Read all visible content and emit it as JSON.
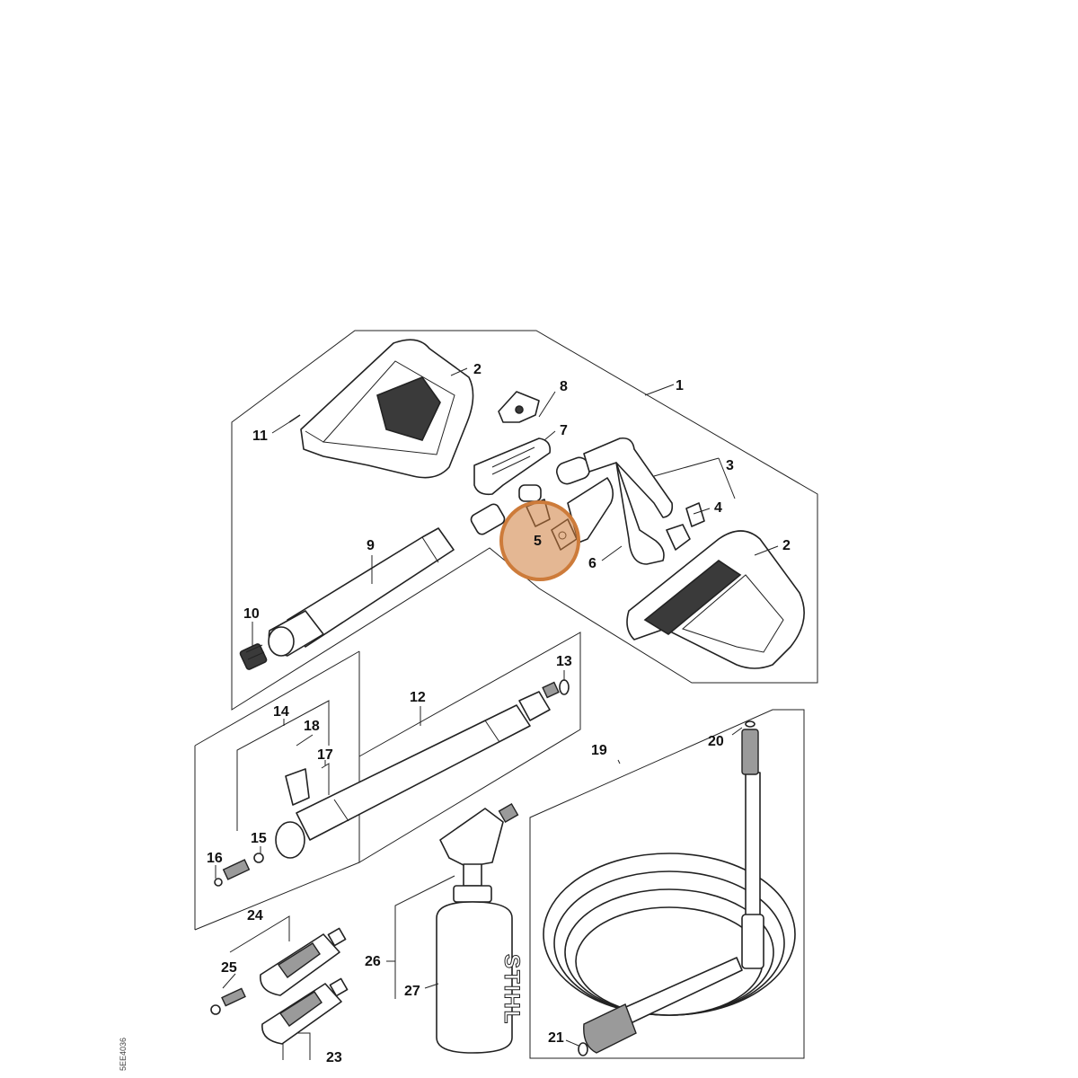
{
  "highlight_color": "#cd7b3a",
  "side_code": "5EE4036",
  "brand_name": "STIHL",
  "parts": [
    {
      "id": "p1",
      "label": "1"
    },
    {
      "id": "p2a",
      "label": "2"
    },
    {
      "id": "p2b",
      "label": "2"
    },
    {
      "id": "p3",
      "label": "3"
    },
    {
      "id": "p4",
      "label": "4"
    },
    {
      "id": "p5",
      "label": "5"
    },
    {
      "id": "p6",
      "label": "6"
    },
    {
      "id": "p7",
      "label": "7"
    },
    {
      "id": "p8",
      "label": "8"
    },
    {
      "id": "p9",
      "label": "9"
    },
    {
      "id": "p10",
      "label": "10"
    },
    {
      "id": "p11",
      "label": "11"
    },
    {
      "id": "p12",
      "label": "12"
    },
    {
      "id": "p13",
      "label": "13"
    },
    {
      "id": "p14",
      "label": "14"
    },
    {
      "id": "p15",
      "label": "15"
    },
    {
      "id": "p16",
      "label": "16"
    },
    {
      "id": "p17",
      "label": "17"
    },
    {
      "id": "p18",
      "label": "18"
    },
    {
      "id": "p19",
      "label": "19"
    },
    {
      "id": "p20",
      "label": "20"
    },
    {
      "id": "p21",
      "label": "21"
    },
    {
      "id": "p23",
      "label": "23"
    },
    {
      "id": "p24",
      "label": "24"
    },
    {
      "id": "p25",
      "label": "25"
    },
    {
      "id": "p26",
      "label": "26"
    },
    {
      "id": "p27",
      "label": "27"
    }
  ]
}
